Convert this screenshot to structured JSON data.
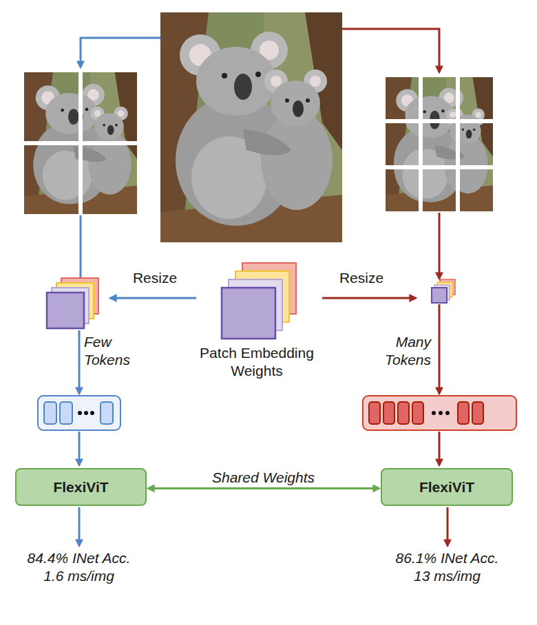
{
  "diagram": {
    "nodes": [
      {
        "text": [
          "FlexiViT"
        ]
      },
      {
        "text": [
          "FlexiViT"
        ]
      }
    ],
    "edges": [
      {
        "from": 0,
        "to": 1,
        "arrow": "both",
        "label": "Shared Weights"
      }
    ],
    "labels": [
      "Resize",
      "Resize",
      "Patch Embedding Weights",
      "Few Tokens",
      "Many Tokens",
      "84.4% INet Acc. 1.6 ms/img",
      "86.1% INet Acc. 13 ms/img"
    ]
  }
}
